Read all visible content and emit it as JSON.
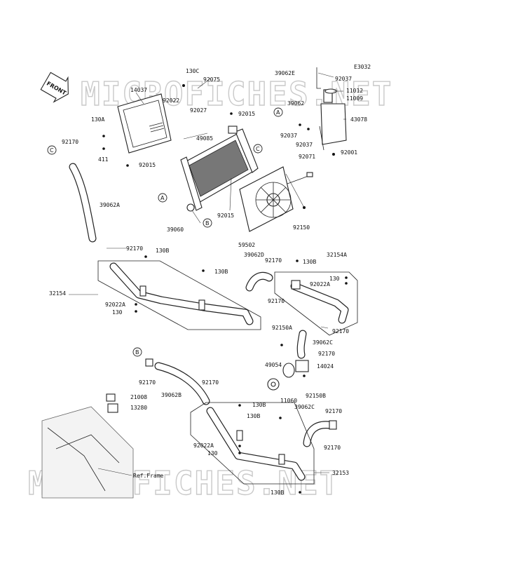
{
  "diagram_code": "E3032",
  "front_label": "FRONT",
  "watermark": "MICROFICHES.NET",
  "ref_frame_label": "Ref.Frame",
  "callouts": {
    "a": "A",
    "b": "B",
    "c": "C"
  },
  "part_labels": {
    "p130c": "130C",
    "p92075": "92075",
    "p92022": "92022",
    "p92027": "92027",
    "p14037": "14037",
    "p130a": "130A",
    "p411": "411",
    "p92015_a": "92015",
    "p92015_b": "92015",
    "p49085": "49085",
    "p39060": "39060",
    "p92015_c": "92015",
    "p39062e": "39062E",
    "p92037_a": "92037",
    "p11012": "11012",
    "p11009": "11009",
    "p39062": "39062",
    "p43078": "43078",
    "p92037_b": "92037",
    "p92037_c": "92037",
    "p92071": "92071",
    "p92001": "92001",
    "p92150": "92150",
    "p92170_a": "92170",
    "p39062a": "39062A",
    "p92170_b": "92170",
    "p130b_a": "130B",
    "p59502": "59502",
    "p32154": "32154",
    "p130b_b": "130B",
    "p92022a_a": "92022A",
    "p130_a": "130",
    "p39062d": "39062D",
    "p92170_c": "92170",
    "p130b_c": "130B",
    "p32154a": "32154A",
    "p130_b": "130",
    "p92022a_b": "92022A",
    "p92170_d": "92170",
    "p92170_e": "92170",
    "p92150a": "92150A",
    "p39062c_a": "39062C",
    "p92170_f": "92170",
    "p49054": "49054",
    "p14024": "14024",
    "p11060": "11060",
    "p92150b": "92150B",
    "p92170_g": "92170",
    "p39062b": "39062B",
    "p92170_h": "92170",
    "p21008": "21008",
    "p13280": "13280",
    "p130b_d": "130B",
    "p130b_e": "130B",
    "p39062c_b": "39062C",
    "p92170_i": "92170",
    "p92022a_c": "92022A",
    "p130_c": "130",
    "p92170_j": "92170",
    "p32153": "32153",
    "p130b_f": "130B"
  }
}
